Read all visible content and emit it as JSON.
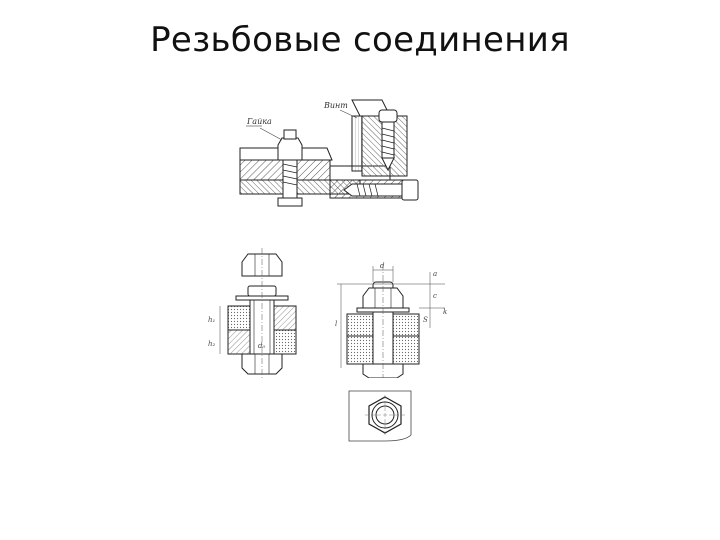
{
  "slide": {
    "title": "Резьбовые соединения"
  },
  "figures": {
    "assembly": {
      "label_nut": "Гайка",
      "label_screw": "Винт"
    },
    "bolt_exploded": {
      "dim_h1": "h₁",
      "dim_h2": "h₂",
      "dim_d0": "d₀"
    },
    "bolt_assembled": {
      "dim_d": "d",
      "dim_a": "a",
      "dim_c": "c",
      "dim_k": "k",
      "dim_s": "S",
      "dim_l": "l"
    }
  }
}
